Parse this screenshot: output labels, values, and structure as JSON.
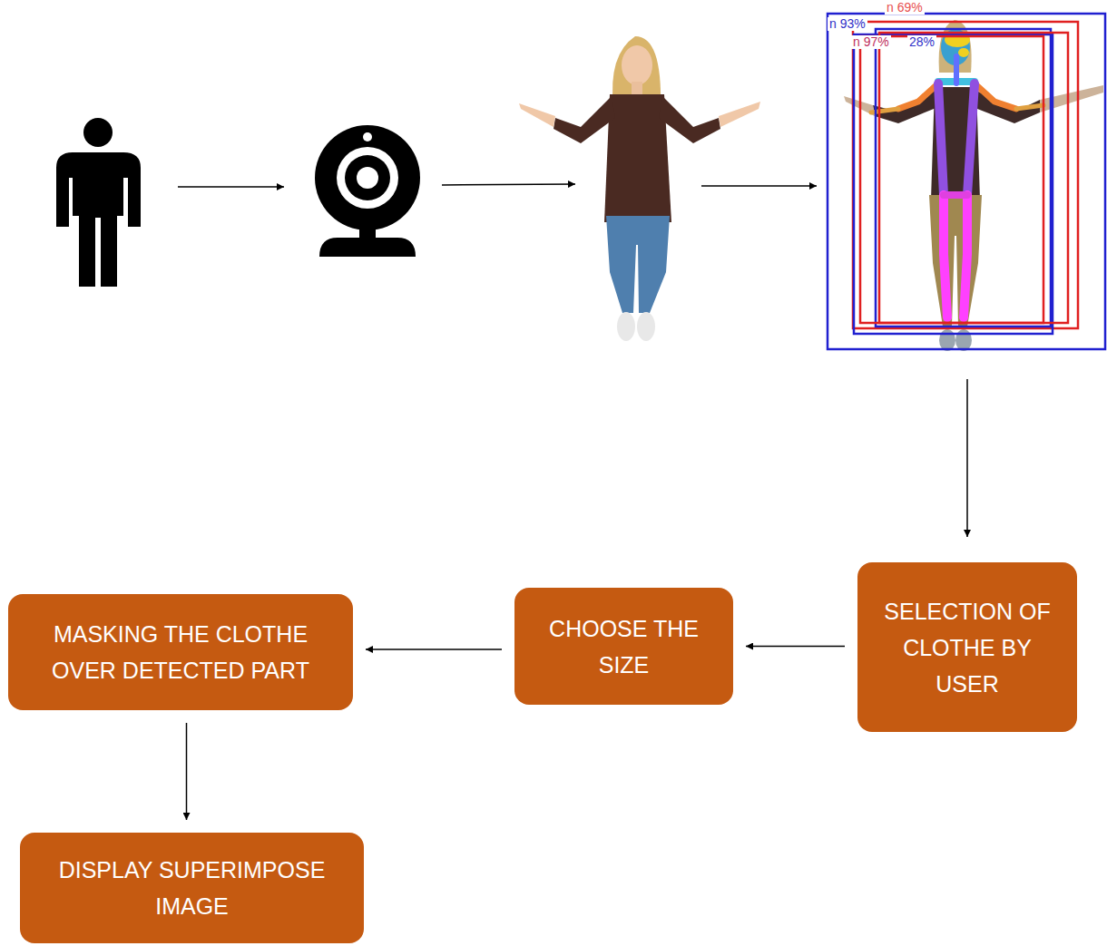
{
  "diagram": {
    "nodes": [
      {
        "text": [
          "SELECTION OF CLOTHE BY USER"
        ]
      },
      {
        "text": [
          "CHOOSE THE SIZE"
        ]
      },
      {
        "text": [
          "MASKING THE CLOTHE OVER DETECTED PART"
        ]
      },
      {
        "text": [
          "DISPLAY SUPERIMPOSE IMAGE"
        ]
      }
    ],
    "edges": [
      {
        "from": 0,
        "to": 1,
        "arrow": "to"
      },
      {
        "from": 1,
        "to": 2,
        "arrow": "to"
      },
      {
        "from": 2,
        "to": 3,
        "arrow": "to"
      }
    ],
    "labels": [
      "n 69%",
      "n 93%",
      "n 97%",
      "28%"
    ]
  }
}
